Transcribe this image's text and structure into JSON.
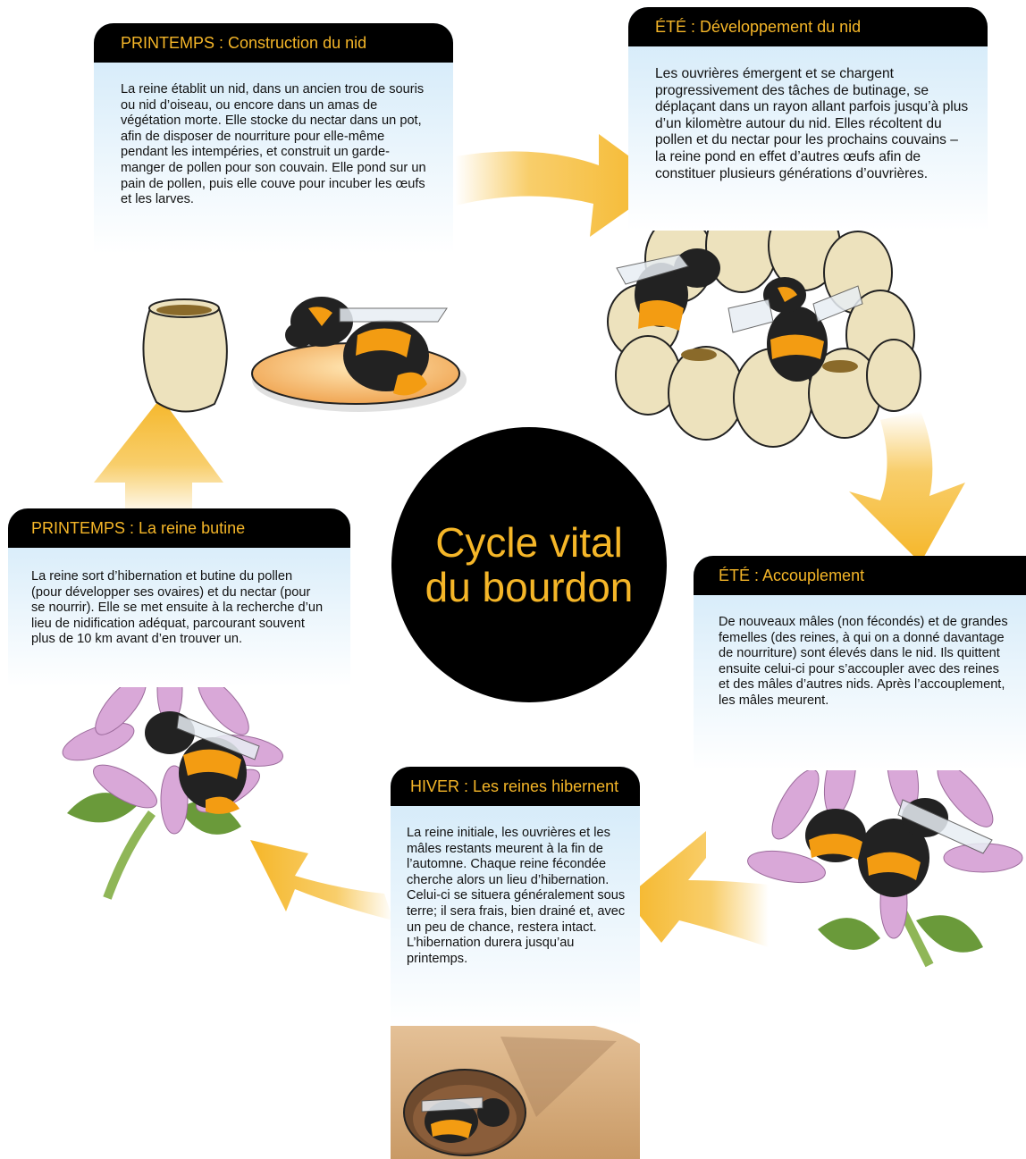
{
  "title": {
    "line1": "Cycle vital",
    "line2": "du bourdon"
  },
  "stages": {
    "spring_nest": {
      "heading": "PRINTEMPS : Construction du nid",
      "text": "La reine établit un nid, dans un ancien trou de souris ou nid d’oiseau, ou encore dans un amas de végétation morte. Elle stocke du nectar dans un pot, afin de disposer de nourriture pour elle-même pendant les intempéries, et construit un garde-manger de pollen pour son couvain. Elle pond sur un pain de pollen, puis elle couve pour incuber les œufs et les larves."
    },
    "summer_development": {
      "heading": "ÉTÉ : Développement du nid",
      "text": "Les ouvrières émergent et se chargent progressivement des tâches de butinage, se déplaçant dans un rayon allant parfois jusqu’à plus d’un kilomètre autour du nid. Elles récoltent du pollen et du nectar pour les prochains couvains – la reine pond en effet d’autres œufs afin de constituer plusieurs générations d’ouvrières."
    },
    "summer_mating": {
      "heading": "ÉTÉ : Accouplement",
      "text": "De nouveaux mâles (non fécondés) et de grandes femelles (des reines, à qui on a donné davantage de nourriture) sont élevés dans le nid. Ils quittent ensuite celui-ci pour s’accoupler avec des reines et des mâles d’autres nids. Après l’accouplement, les mâles meurent."
    },
    "winter_hibernation": {
      "heading": "HIVER : Les reines hibernent",
      "text": "La reine initiale, les ouvrières et les mâles restants meurent à la fin de l’automne. Chaque reine fécondée cherche alors un lieu d’hibernation. Celui-ci se situera généralement sous terre; il sera frais, bien drainé et, avec un peu de chance, restera intact. L’hibernation durera jusqu’au printemps."
    },
    "spring_foraging": {
      "heading": "PRINTEMPS : La reine butine",
      "text": "La reine sort d’hibernation et butine du pollen (pour développer ses ovaires) et du nectar (pour se nourrir). Elle se met ensuite à la recherche d’un lieu de nidification adéquat, parcourant souvent plus de 10 km avant d’en trouver un."
    }
  },
  "colors": {
    "accent": "#f5b628",
    "arrow": "#f7c550",
    "heading_bg": "#000000",
    "panel_top": "#cfe8f8",
    "bee_orange": "#f39c12",
    "clover": "#d9a8d8",
    "leaf": "#6a9a3a",
    "egg": "#ede2bd",
    "soil": "#d9b58c"
  },
  "icons": [
    "honey-pot-icon",
    "bee-icon",
    "pollen-loaf-icon",
    "brood-cells-icon",
    "clover-flower-icon",
    "burrow-icon",
    "cycle-arrow-icon"
  ]
}
